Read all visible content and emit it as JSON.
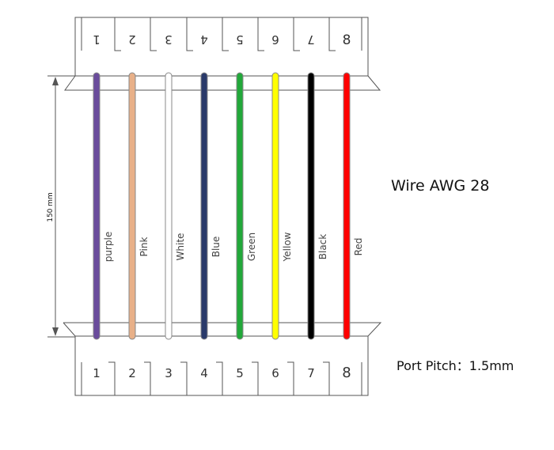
{
  "length_label": "150 mm",
  "wire_label": "Wire AWG 28",
  "pitch_label": "Port Pitch：1.5mm",
  "top_pins": [
    "1",
    "2",
    "3",
    "4",
    "5",
    "6",
    "7",
    "8"
  ],
  "bottom_pins": [
    "1",
    "2",
    "3",
    "4",
    "5",
    "6",
    "7",
    "8"
  ],
  "wires": [
    {
      "name": "purple",
      "color": "#6a4c9c"
    },
    {
      "name": "Pink",
      "color": "#e8b088"
    },
    {
      "name": "White",
      "color": "#ffffff"
    },
    {
      "name": "Blue",
      "color": "#2a3a6a"
    },
    {
      "name": "Green",
      "color": "#22a83a"
    },
    {
      "name": "Yellow",
      "color": "#ffff00"
    },
    {
      "name": "Black",
      "color": "#000000"
    },
    {
      "name": "Red",
      "color": "#ff0000"
    }
  ]
}
